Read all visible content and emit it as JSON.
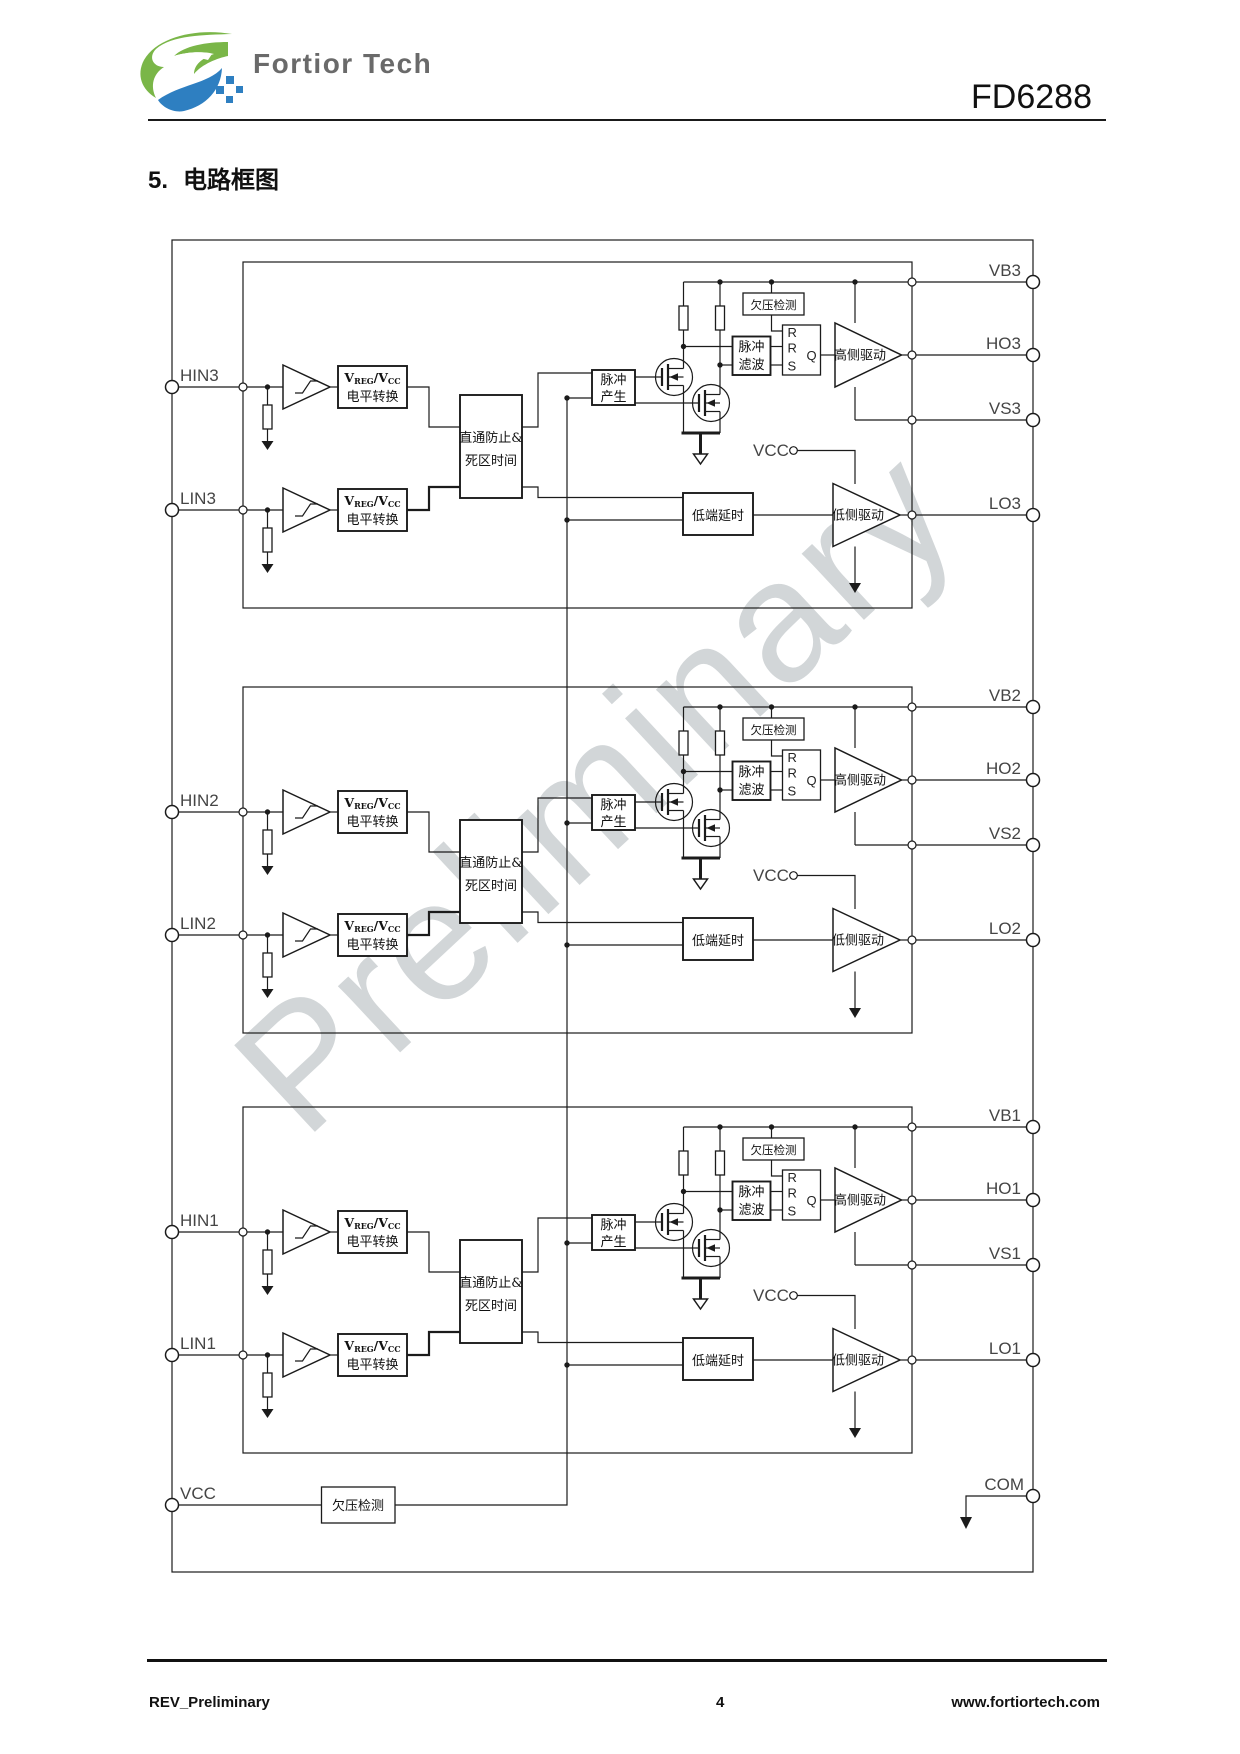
{
  "header": {
    "brand": "Fortior Tech",
    "part": "FD6288"
  },
  "title": {
    "number": "5.",
    "text": "电路框图"
  },
  "watermark": "Preliminary",
  "diagram": {
    "blocks": {
      "level_shift": {
        "v1": "V",
        "sub1": "REG",
        "v2": "/V",
        "sub2": "CC",
        "line2": "电平转换"
      },
      "dead_time": {
        "line1": "直通防止&",
        "line2": "死区时间"
      },
      "pulse_gen": {
        "line1": "脉冲",
        "line2": "产生"
      },
      "pulse_filter": {
        "line1": "脉冲",
        "line2": "滤波"
      },
      "uvlo": "欠压检测",
      "latch": {
        "r1": "R",
        "r2": "R",
        "s": "S",
        "q": "Q"
      },
      "high_side_drive": "高侧驱动",
      "low_side_delay": "低端延时",
      "low_side_drive": "低侧驱动",
      "vcc": "VCC"
    },
    "channels": [
      {
        "hin": "HIN3",
        "lin": "LIN3",
        "vb": "VB3",
        "ho": "HO3",
        "vs": "VS3",
        "lo": "LO3"
      },
      {
        "hin": "HIN2",
        "lin": "LIN2",
        "vb": "VB2",
        "ho": "HO2",
        "vs": "VS2",
        "lo": "LO2"
      },
      {
        "hin": "HIN1",
        "lin": "LIN1",
        "vb": "VB1",
        "ho": "HO1",
        "vs": "VS1",
        "lo": "LO1"
      }
    ],
    "bottom": {
      "vcc": "VCC",
      "uvlo": "欠压检测",
      "com": "COM"
    }
  },
  "footer": {
    "rev": "REV_Preliminary",
    "page": "4",
    "site": "www.fortiortech.com"
  }
}
